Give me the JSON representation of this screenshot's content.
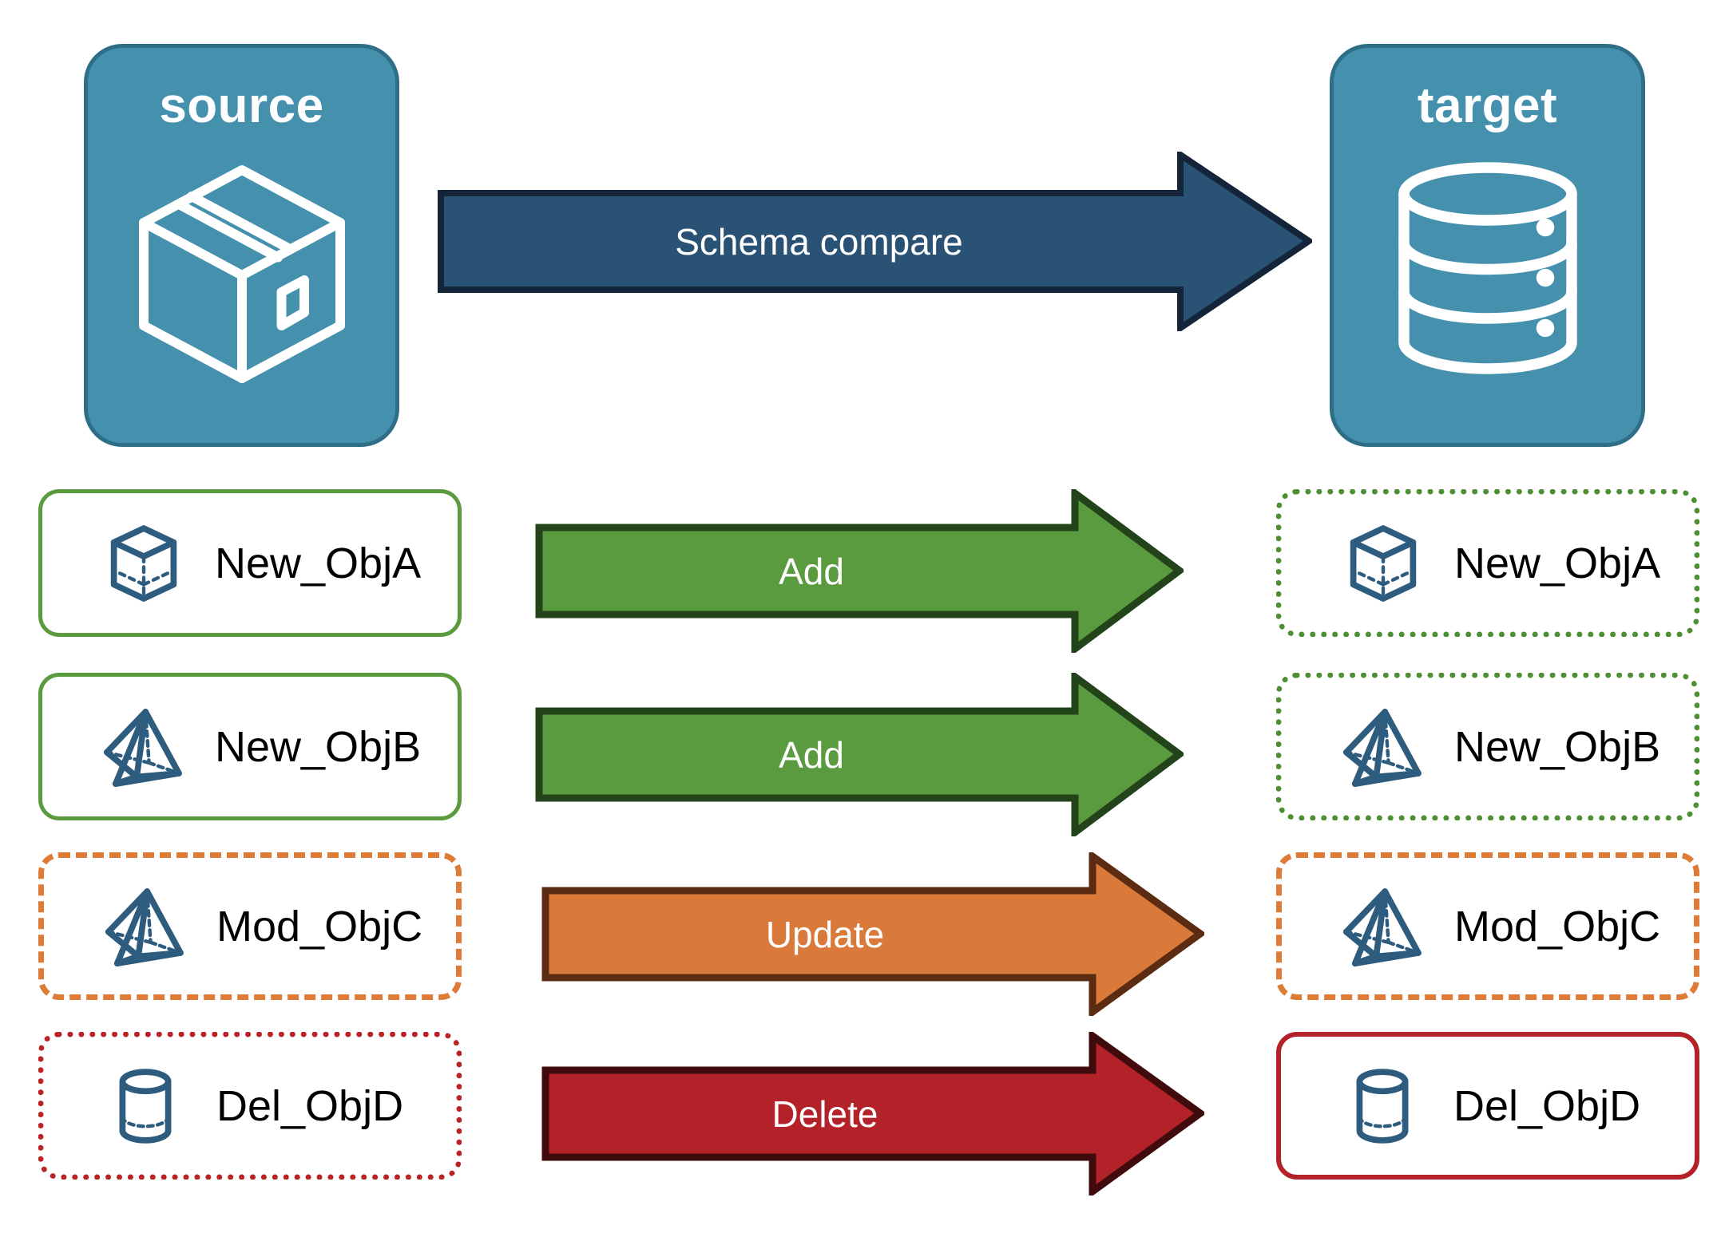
{
  "endpoints": {
    "source": {
      "title": "source",
      "icon": "package-box-icon"
    },
    "target": {
      "title": "target",
      "icon": "database-cylinder-icon"
    }
  },
  "compare_arrow": {
    "label": "Schema compare",
    "fill": "#2A5274",
    "stroke": "#14253A"
  },
  "rows": [
    {
      "source_label": "New_ObjA",
      "source_icon": "wireframe-cube-icon",
      "source_border": "solid-green",
      "arrow_label": "Add",
      "arrow_fill": "#5B9B40",
      "arrow_stroke": "#23441A",
      "target_label": "New_ObjA",
      "target_icon": "wireframe-cube-icon",
      "target_border": "dotted-green"
    },
    {
      "source_label": "New_ObjB",
      "source_icon": "wireframe-pyramid-icon",
      "source_border": "solid-green",
      "arrow_label": "Add",
      "arrow_fill": "#5B9B40",
      "arrow_stroke": "#23441A",
      "target_label": "New_ObjB",
      "target_icon": "wireframe-pyramid-icon",
      "target_border": "dotted-green"
    },
    {
      "source_label": "Mod_ObjC",
      "source_icon": "wireframe-pyramid-icon",
      "source_border": "dashed-orange",
      "arrow_label": "Update",
      "arrow_fill": "#D97A3A",
      "arrow_stroke": "#5C2C12",
      "target_label": "Mod_ObjC",
      "target_icon": "wireframe-pyramid-icon",
      "target_border": "dashed-orange"
    },
    {
      "source_label": "Del_ObjD",
      "source_icon": "wireframe-cylinder-icon",
      "source_border": "dotted-red",
      "arrow_label": "Delete",
      "arrow_fill": "#B32228",
      "arrow_stroke": "#3F0B0D",
      "target_label": "Del_ObjD",
      "target_icon": "wireframe-cylinder-icon",
      "target_border": "solid-red"
    }
  ],
  "colors": {
    "endpoint_fill": "#4490AD",
    "endpoint_stroke": "#2E6E87",
    "icon_blue": "#2E5C7E",
    "green": "#5B9B40",
    "green_dotted": "#4E8F33",
    "orange": "#DD7B37",
    "red": "#B32228",
    "red_dotted": "#BA2226",
    "navy": "#2A5274",
    "text_dark": "#000000",
    "text_light": "#FFFFFF",
    "background": "#FFFFFF"
  }
}
